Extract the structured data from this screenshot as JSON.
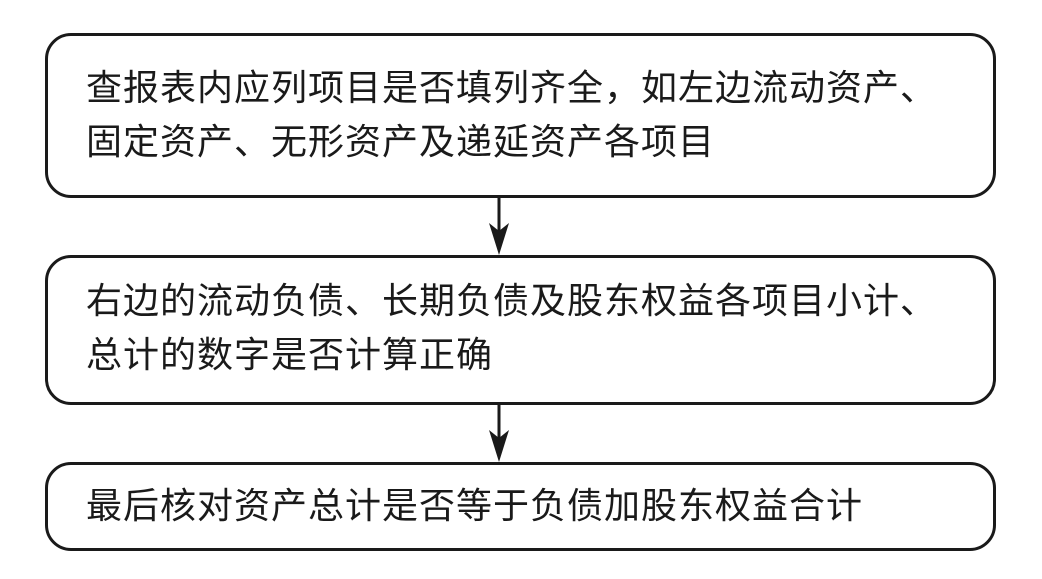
{
  "flowchart": {
    "steps": [
      {
        "lines": [
          "查报表内应列项目是否填列齐全，如左边流动资产、",
          "固定资产、无形资产及递延资产各项目"
        ]
      },
      {
        "lines": [
          "右边的流动负债、长期负债及股东权益各项目小计、",
          "总计的数字是否计算正确"
        ]
      },
      {
        "lines": [
          "最后核对资产总计是否等于负债加股东权益合计"
        ]
      }
    ],
    "colors": {
      "stroke": "#1a1a1a",
      "background": "#ffffff"
    }
  }
}
